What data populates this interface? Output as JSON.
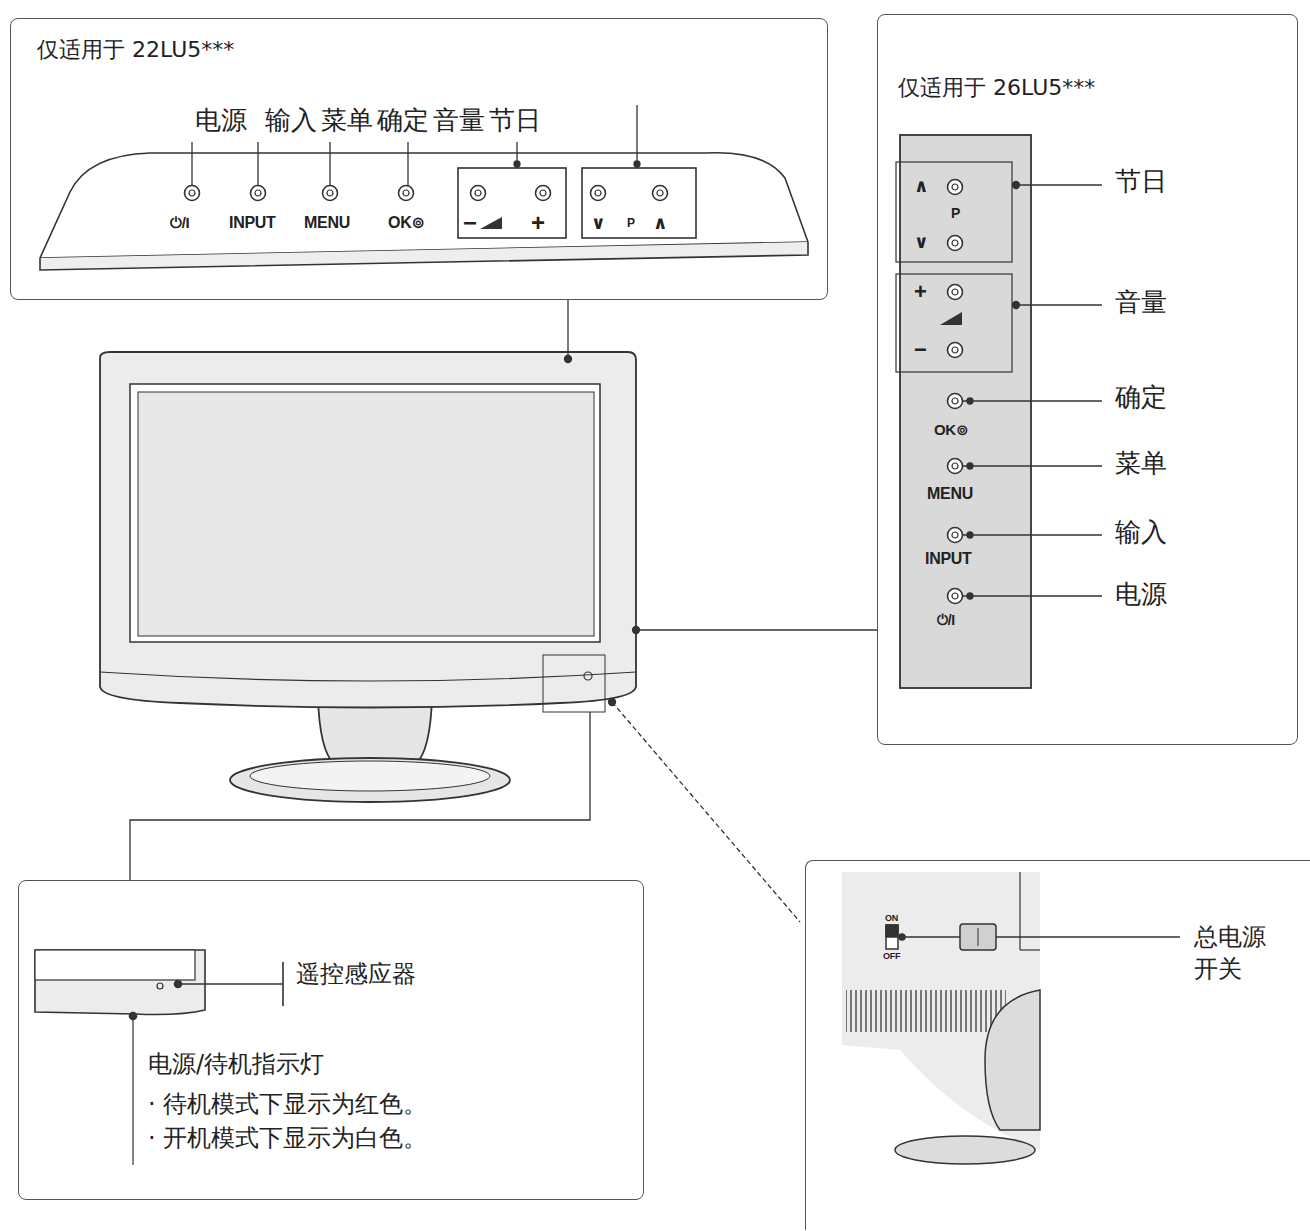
{
  "diagram": {
    "nodes": [
      {
        "text": [
          "仅适用于 22LU5***"
        ]
      },
      {
        "text": [
          "仅适用于 26LU5***"
        ]
      },
      {
        "text": [
          "遥控感应器",
          "电源/待机指示灯",
          "· 待机模式下显示为红色。",
          "· 开机模式下显示为白色。"
        ]
      },
      {
        "text": [
          "总电源 开关"
        ]
      }
    ],
    "labels": [
      "电源",
      "输入",
      "菜单",
      "确定",
      "音量",
      "节日",
      "⏻/I",
      "INPUT",
      "MENU",
      "OK⊚",
      "−",
      "+",
      "∨",
      "P",
      "∧",
      "∧",
      "P",
      "∨",
      "+",
      "−",
      "OK⊚",
      "MENU",
      "INPUT",
      "⏻/I",
      "节日",
      "音量",
      "确定",
      "菜单",
      "输入",
      "电源",
      "ON",
      "OFF"
    ]
  }
}
